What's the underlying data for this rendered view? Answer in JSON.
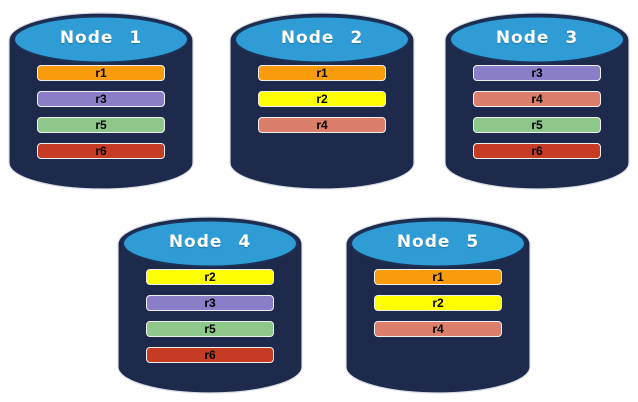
{
  "diagram": {
    "description": "Five database nodes with replicated records r1-r6",
    "colors": {
      "background": "#ffffff",
      "cyl_body": "#1e2a4c",
      "cyl_top": "#2f9cd6",
      "cyl_top_stroke": "#1c3156",
      "cyl_outline": "#d9dee5",
      "bar_border": "#f0f0f0",
      "bar_text": "#000000",
      "title": "#ffffff"
    },
    "replica_colors": {
      "r1": "#f89b0c",
      "r2": "#fdff00",
      "r3": "#8b7ec8",
      "r4": "#db7e6b",
      "r5": "#8dc88a",
      "r6": "#c53b24"
    },
    "nodes": [
      {
        "label": "Node 1",
        "replicas": [
          "r1",
          "r3",
          "r5",
          "r6"
        ]
      },
      {
        "label": "Node 2",
        "replicas": [
          "r1",
          "r2",
          "r4"
        ]
      },
      {
        "label": "Node 3",
        "replicas": [
          "r3",
          "r4",
          "r5",
          "r6"
        ]
      },
      {
        "label": "Node 4",
        "replicas": [
          "r2",
          "r3",
          "r5",
          "r6"
        ]
      },
      {
        "label": "Node 5",
        "replicas": [
          "r1",
          "r2",
          "r4"
        ]
      }
    ]
  }
}
